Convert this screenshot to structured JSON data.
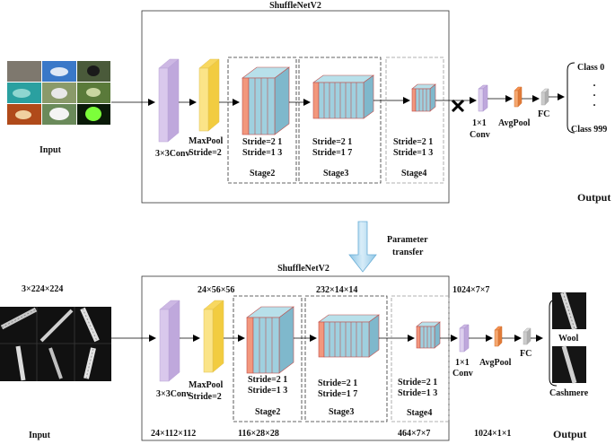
{
  "top": {
    "title": "ShuffleNetV2",
    "input_label": "Input",
    "output_label": "Output",
    "conv3x3": "3×3Conv",
    "maxpool": [
      "MaxPool",
      "Stride=2"
    ],
    "stage2": {
      "name": "Stage2",
      "lines": [
        "Stride=2 1",
        "Stride=1 3"
      ]
    },
    "stage3": {
      "name": "Stage3",
      "lines": [
        "Stride=2 1",
        "Stride=1 7"
      ]
    },
    "stage4": {
      "name": "Stage4",
      "lines": [
        "Stride=2 1",
        "Stride=1 3"
      ]
    },
    "conv1x1": [
      "1×1",
      "Conv"
    ],
    "avgpool": "AvgPool",
    "fc": "FC",
    "class_first": "Class 0",
    "class_last": "Class 999",
    "ellipsis": "·"
  },
  "transfer": {
    "lines": [
      "Parameter",
      "transfer"
    ]
  },
  "bottom": {
    "title": "ShuffleNetV2",
    "input_label": "Input",
    "output_label": "Output",
    "input_dim": "3×224×224",
    "dim_conv": "24×112×112",
    "dim_pool": "24×56×56",
    "dim_stage2": "116×28×28",
    "dim_stage3": "232×14×14",
    "dim_stage4": "464×7×7",
    "dim_conv1x1": "1024×7×7",
    "dim_avgpool": "1024×1×1",
    "conv3x3": "3×3Conv",
    "maxpool": [
      "MaxPool",
      "Stride=2"
    ],
    "stage2": {
      "name": "Stage2",
      "lines": [
        "Stride=2 1",
        "Stride=1 3"
      ]
    },
    "stage3": {
      "name": "Stage3",
      "lines": [
        "Stride=2 1",
        "Stride=1 7"
      ]
    },
    "stage4": {
      "name": "Stage4",
      "lines": [
        "Stride=2 1",
        "Stride=1 3"
      ]
    },
    "conv1x1": [
      "1×1",
      "Conv"
    ],
    "avgpool": "AvgPool",
    "fc": "FC",
    "class_a": "Wool",
    "class_b": "Cashmere"
  },
  "colors": {
    "conv": "#d9c8ec",
    "pool": "#fbe488",
    "block_front": "#9fd0df",
    "block_top": "#b8e0ea",
    "block_accent": "#f2977d",
    "conv1x1": "#ddd0ee",
    "avgpool": "#f5a870",
    "fc": "#cccccc"
  }
}
